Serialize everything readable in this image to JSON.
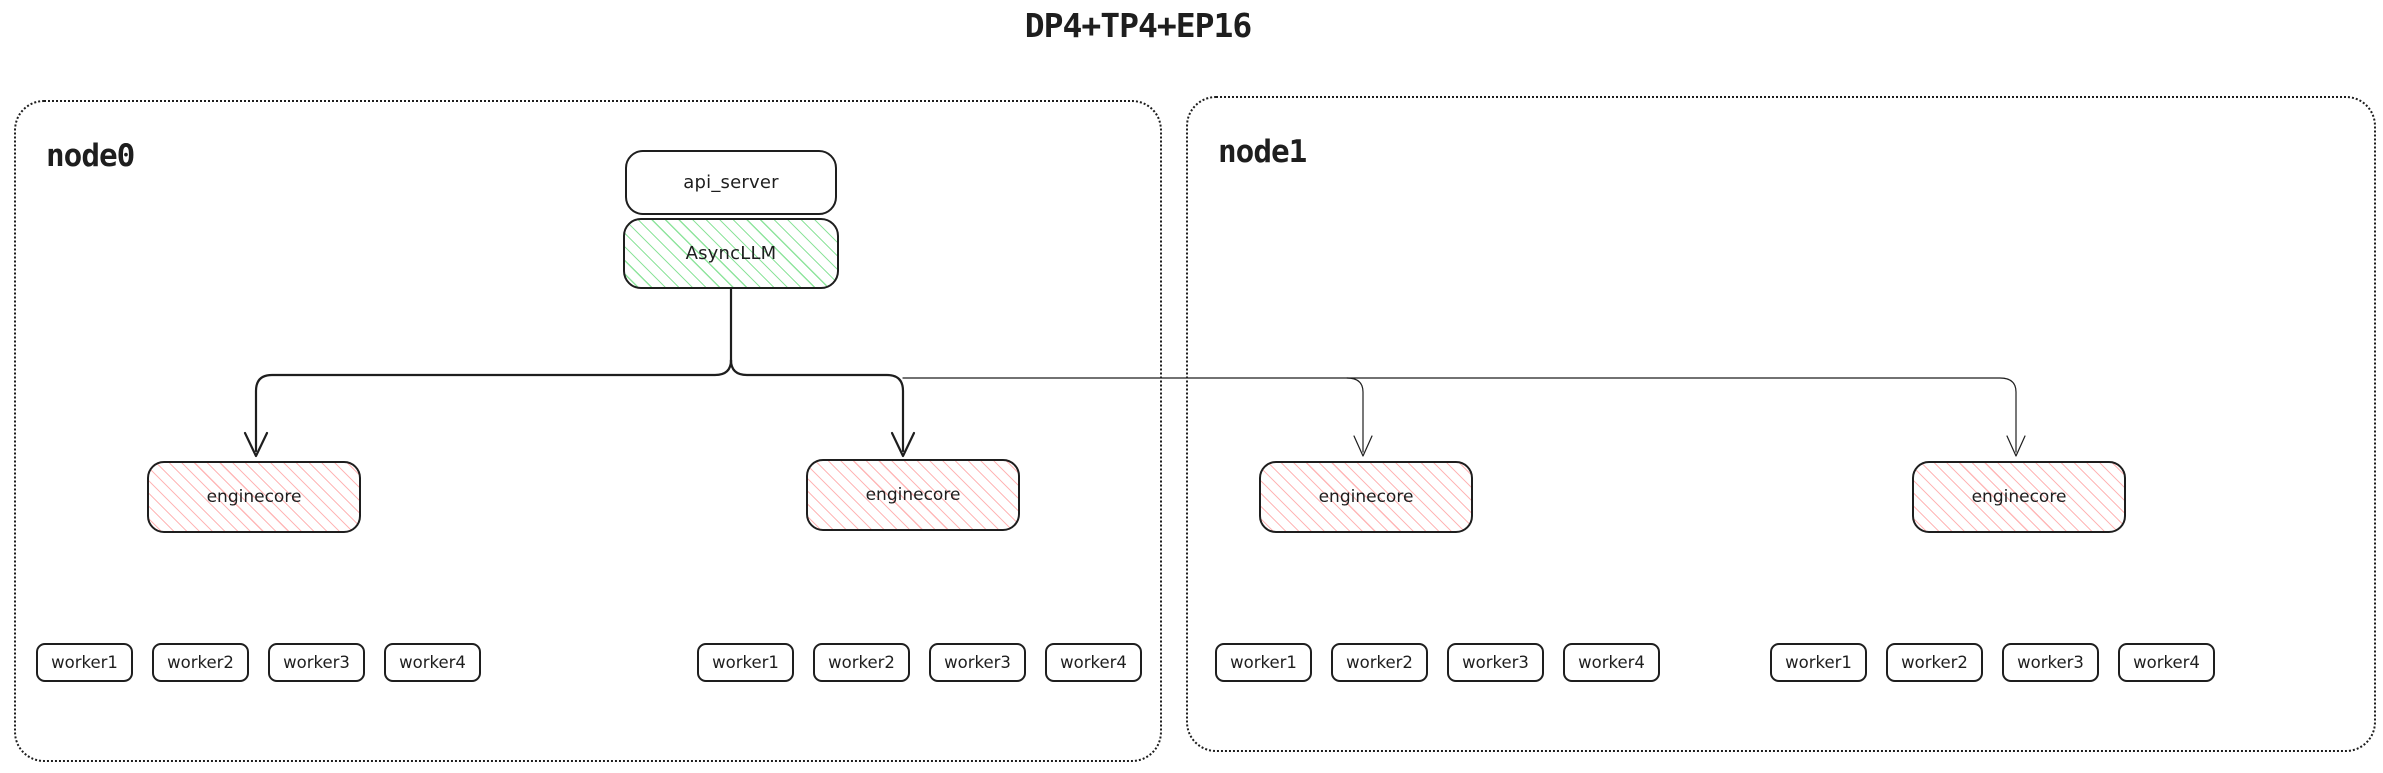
{
  "title": "DP4+TP4+EP16",
  "colors": {
    "stroke": "#1e1e1e",
    "green_hatch": "#69db7c",
    "red_hatch": "#ff8787",
    "background": "#ffffff"
  },
  "node0": {
    "label": "node0",
    "api_server": {
      "label": "api_server"
    },
    "async_llm": {
      "label": "AsyncLLM"
    },
    "enginecores": [
      {
        "label": "enginecore",
        "workers": [
          "worker1",
          "worker2",
          "worker3",
          "worker4"
        ]
      },
      {
        "label": "enginecore",
        "workers": [
          "worker1",
          "worker2",
          "worker3",
          "worker4"
        ]
      }
    ]
  },
  "node1": {
    "label": "node1",
    "enginecores": [
      {
        "label": "enginecore",
        "workers": [
          "worker1",
          "worker2",
          "worker3",
          "worker4"
        ]
      },
      {
        "label": "enginecore",
        "workers": [
          "worker1",
          "worker2",
          "worker3",
          "worker4"
        ]
      }
    ]
  }
}
